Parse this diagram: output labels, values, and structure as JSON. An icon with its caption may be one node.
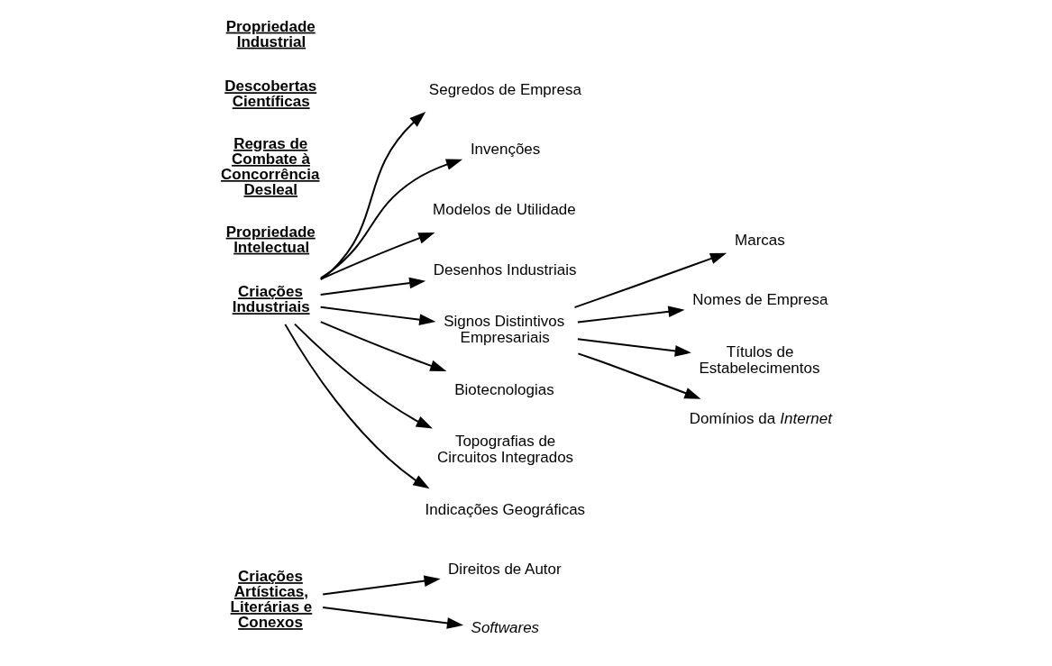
{
  "diagram": {
    "nodes": [
      {
        "text": [
          "Criações Artísticas, Literárias e Conexos"
        ]
      },
      {
        "text": [
          "Direitos de Autor"
        ]
      },
      {
        "text": [
          "*Softwares*"
        ]
      },
      {
        "text": [
          "Criações Industriais"
        ]
      },
      {
        "text": [
          "Segredos de Empresa"
        ]
      },
      {
        "text": [
          "Invenções"
        ]
      },
      {
        "text": [
          "Modelos de Utilidade"
        ]
      },
      {
        "text": [
          "Desenhos Industriais"
        ]
      },
      {
        "text": [
          "Signos Distintivos Empresariais"
        ]
      },
      {
        "text": [
          "Biotecnologias"
        ]
      },
      {
        "text": [
          "Topografias de Circuitos Integrados"
        ]
      },
      {
        "text": [
          "Indicações Geográficas"
        ]
      },
      {
        "text": [
          "Marcas"
        ]
      },
      {
        "text": [
          "Nomes de Empresa"
        ]
      },
      {
        "text": [
          "Títulos de Estabelecimentos"
        ]
      },
      {
        "text": [
          "Domínios da *Internet*"
        ]
      }
    ],
    "edges": [
      {
        "from": 0,
        "to": 1,
        "arrow": "to"
      },
      {
        "from": 0,
        "to": 2,
        "arrow": "to"
      },
      {
        "from": 3,
        "to": 4,
        "arrow": "to"
      },
      {
        "from": 3,
        "to": 5,
        "arrow": "to"
      },
      {
        "from": 3,
        "to": 6,
        "arrow": "to"
      },
      {
        "from": 3,
        "to": 7,
        "arrow": "to"
      },
      {
        "from": 3,
        "to": 8,
        "arrow": "to"
      },
      {
        "from": 3,
        "to": 9,
        "arrow": "to"
      },
      {
        "from": 3,
        "to": 10,
        "arrow": "to"
      },
      {
        "from": 3,
        "to": 11,
        "arrow": "to"
      },
      {
        "from": 8,
        "to": 12,
        "arrow": "to"
      },
      {
        "from": 8,
        "to": 13,
        "arrow": "to"
      },
      {
        "from": 8,
        "to": 14,
        "arrow": "to"
      },
      {
        "from": 8,
        "to": 15,
        "arrow": "to"
      }
    ],
    "labels": [
      "Propriedade Intelectual",
      "Regras de Combate à Concorrência Desleal",
      "Descobertas Científicas",
      "Propriedade Industrial"
    ]
  }
}
